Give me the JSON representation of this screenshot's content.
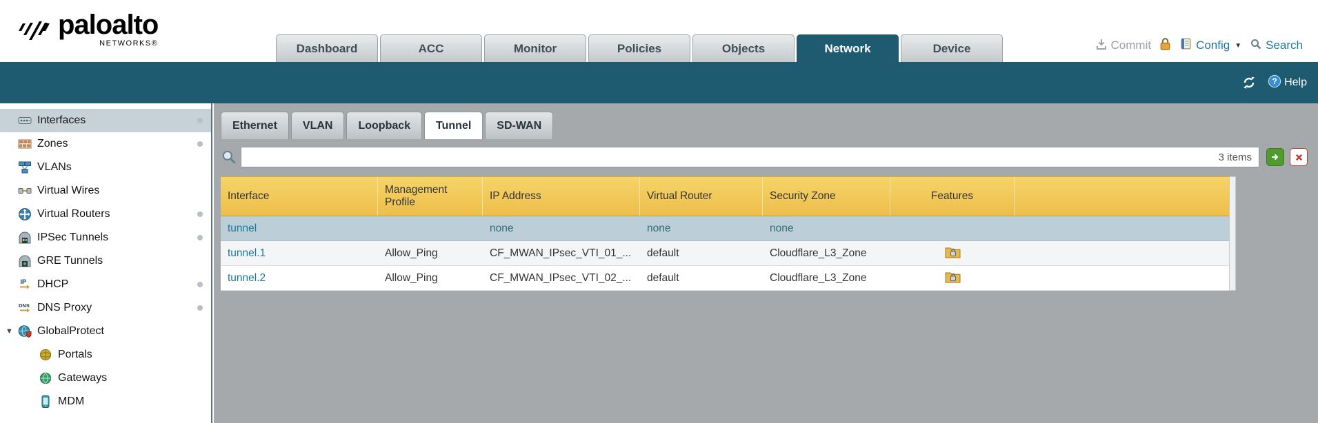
{
  "header": {
    "logo": {
      "brand": "paloalto",
      "networks": "NETWORKS®"
    },
    "nav_tabs": [
      {
        "label": "Dashboard"
      },
      {
        "label": "ACC"
      },
      {
        "label": "Monitor"
      },
      {
        "label": "Policies"
      },
      {
        "label": "Objects"
      },
      {
        "label": "Network"
      },
      {
        "label": "Device"
      }
    ],
    "actions": {
      "commit": "Commit",
      "config": "Config",
      "search": "Search"
    }
  },
  "secondary_bar": {
    "help": "Help"
  },
  "sidebar": {
    "items": [
      {
        "label": "Interfaces"
      },
      {
        "label": "Zones"
      },
      {
        "label": "VLANs"
      },
      {
        "label": "Virtual Wires"
      },
      {
        "label": "Virtual Routers"
      },
      {
        "label": "IPSec Tunnels"
      },
      {
        "label": "GRE Tunnels"
      },
      {
        "label": "DHCP"
      },
      {
        "label": "DNS Proxy"
      },
      {
        "label": "GlobalProtect"
      },
      {
        "label": "Portals"
      },
      {
        "label": "Gateways"
      },
      {
        "label": "MDM"
      }
    ]
  },
  "content": {
    "subtabs": [
      {
        "label": "Ethernet"
      },
      {
        "label": "VLAN"
      },
      {
        "label": "Loopback"
      },
      {
        "label": "Tunnel"
      },
      {
        "label": "SD-WAN"
      }
    ],
    "search": {
      "value": "",
      "count": "3 items"
    },
    "table": {
      "columns": [
        "Interface",
        "Management Profile",
        "IP Address",
        "Virtual Router",
        "Security Zone",
        "Features"
      ],
      "rows": [
        {
          "interface": "tunnel",
          "management_profile": "",
          "ip_address": "none",
          "virtual_router": "none",
          "security_zone": "none"
        },
        {
          "interface": "tunnel.1",
          "management_profile": "Allow_Ping",
          "ip_address": "CF_MWAN_IPsec_VTI_01_...",
          "virtual_router": "default",
          "security_zone": "Cloudflare_L3_Zone"
        },
        {
          "interface": "tunnel.2",
          "management_profile": "Allow_Ping",
          "ip_address": "CF_MWAN_IPsec_VTI_02_...",
          "virtual_router": "default",
          "security_zone": "Cloudflare_L3_Zone"
        }
      ]
    }
  },
  "colors": {
    "teal": "#1f5b70",
    "table_header": "#f0c75a",
    "selected_row": "#bccfd9",
    "link": "#197a9c"
  }
}
